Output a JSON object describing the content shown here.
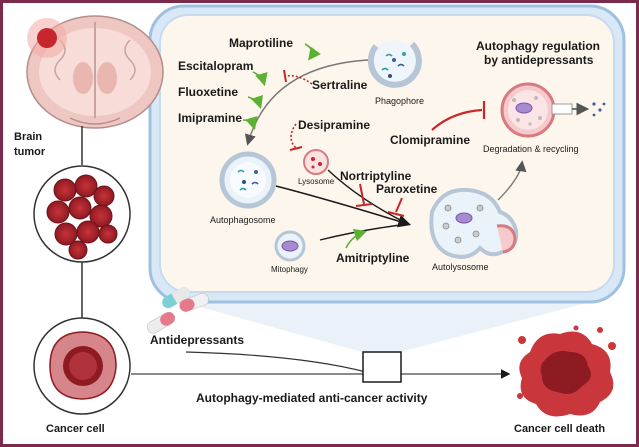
{
  "labels": {
    "brain_tumor_line1": "Brain",
    "brain_tumor_line2": "tumor",
    "cancer_cell": "Cancer cell",
    "antidepressants": "Antidepressants",
    "anticancer": "Autophagy-mediated anti-cancer activity",
    "cancer_cell_death": "Cancer cell death",
    "regulation_line1": "Autophagy regulation",
    "regulation_line2": "by antidepressants",
    "phagophore": "Phagophore",
    "autophagosome": "Autophagosome",
    "lysosome": "Lysosome",
    "mitophagy": "Mitophagy",
    "autolysosome": "Autolysosome",
    "degradation": "Degradation & recycling"
  },
  "drugs": {
    "maprotiline": "Maprotiline",
    "escitalopram": "Escitalopram",
    "fluoxetine": "Fluoxetine",
    "imipramine": "Imipramine",
    "sertraline": "Sertraline",
    "desipramine": "Desipramine",
    "clomipramine": "Clomipramine",
    "nortriptyline": "Nortriptyline",
    "paroxetine": "Paroxetine",
    "amitriptyline": "Amitriptyline"
  },
  "colors": {
    "frame": "#7a2a4a",
    "panel_bg": "#fdf6ec",
    "panel_border": "#b9d3ea",
    "activate_arrow": "#5cb032",
    "inhibit_arrow": "#c8262a",
    "tumor_red": "#b3222a"
  }
}
